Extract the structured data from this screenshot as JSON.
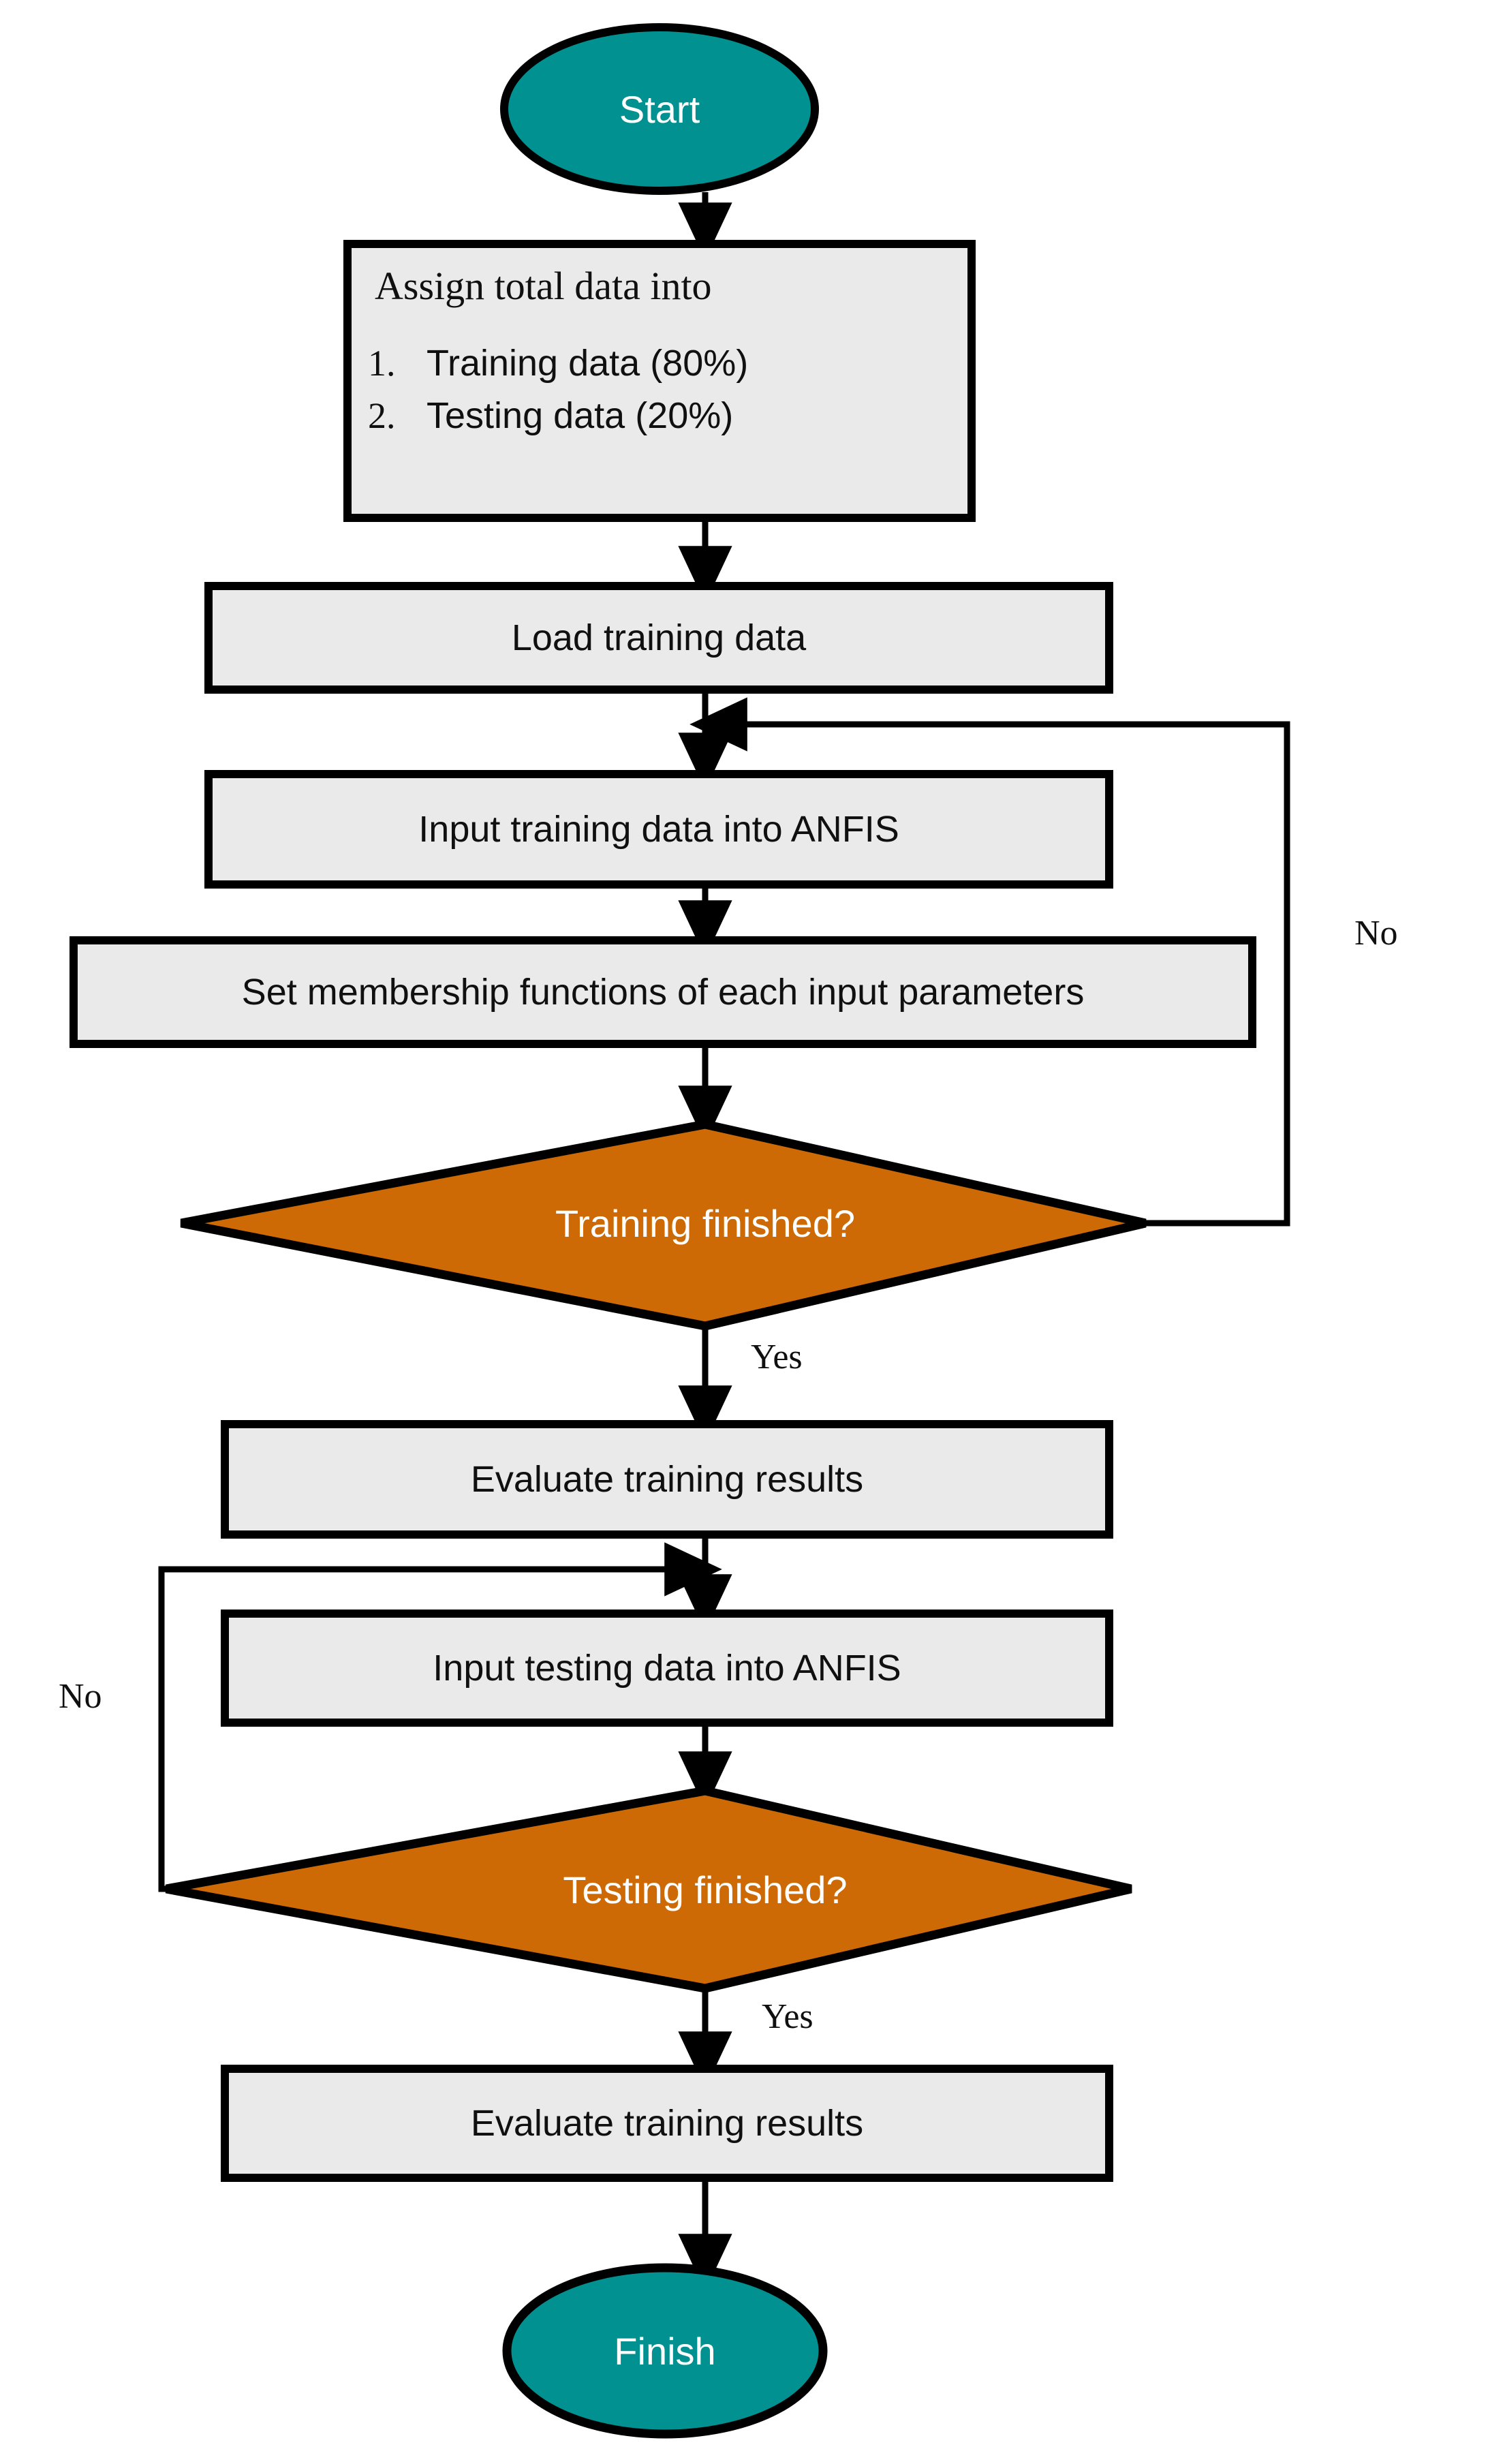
{
  "diagram": {
    "title": "ANFIS training and testing flowchart",
    "colors": {
      "terminator_fill": "#019190",
      "decision_fill": "#CE6A05",
      "process_fill": "#EAEAEA",
      "stroke": "#000000",
      "text_light": "#FFFFFF",
      "text_dark": "#101010",
      "background": "#FFFFFF"
    },
    "nodes": [
      {
        "id": "start",
        "shape": "terminator",
        "label": "Start"
      },
      {
        "id": "assign",
        "shape": "process",
        "heading": "Assign total data into",
        "items": [
          {
            "num": "1.",
            "text": "Training data (80%)"
          },
          {
            "num": "2.",
            "text": "Testing data (20%)"
          }
        ]
      },
      {
        "id": "load-training",
        "shape": "process",
        "label": "Load training data"
      },
      {
        "id": "input-training",
        "shape": "process",
        "label": "Input training data into ANFIS"
      },
      {
        "id": "set-mf",
        "shape": "process",
        "label": "Set membership functions of each input parameters"
      },
      {
        "id": "training-done",
        "shape": "decision",
        "label": "Training finished?"
      },
      {
        "id": "eval-training",
        "shape": "process",
        "label": "Evaluate training results"
      },
      {
        "id": "input-testing",
        "shape": "process",
        "label": "Input testing data into ANFIS"
      },
      {
        "id": "testing-done",
        "shape": "decision",
        "label": "Testing finished?"
      },
      {
        "id": "eval-testing",
        "shape": "process",
        "label": "Evaluate training results"
      },
      {
        "id": "finish",
        "shape": "terminator",
        "label": "Finish"
      }
    ],
    "edge_labels": {
      "training_no": "No",
      "training_yes": "Yes",
      "testing_no": "No",
      "testing_yes": "Yes"
    }
  }
}
